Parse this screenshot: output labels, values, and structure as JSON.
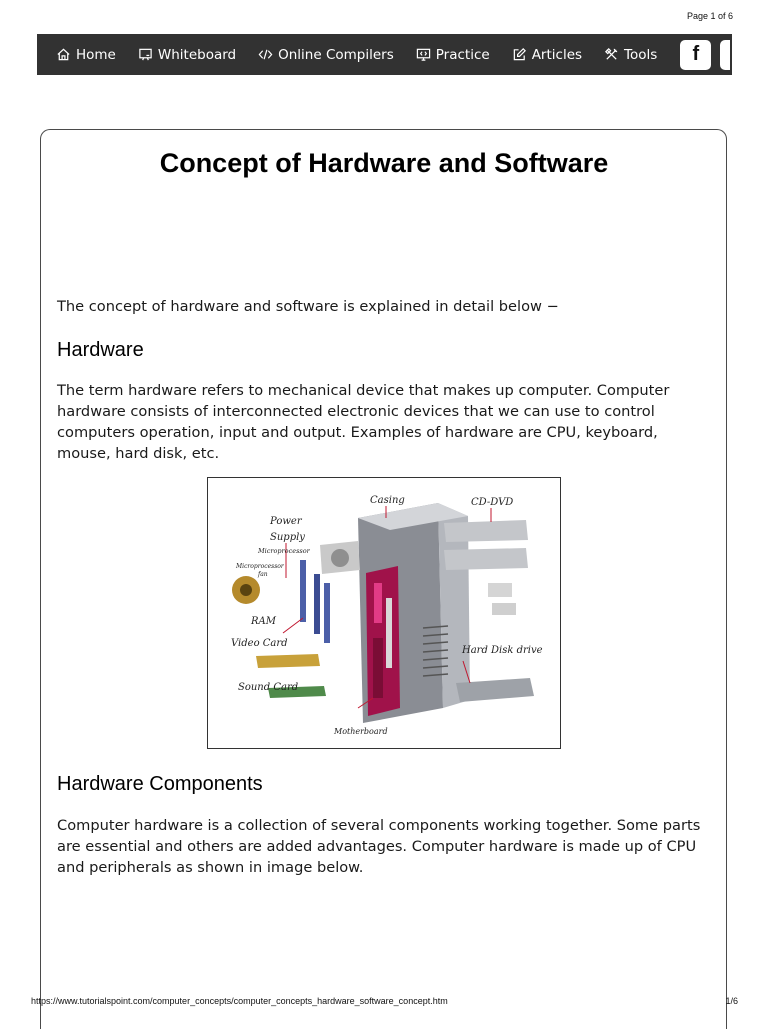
{
  "page_counter": "Page 1 of 6",
  "nav": {
    "items": [
      {
        "label": "Home",
        "icon": "home-icon"
      },
      {
        "label": "Whiteboard",
        "icon": "whiteboard-icon"
      },
      {
        "label": "Online Compilers",
        "icon": "code-icon"
      },
      {
        "label": "Practice",
        "icon": "monitor-icon"
      },
      {
        "label": "Articles",
        "icon": "edit-icon"
      },
      {
        "label": "Tools",
        "icon": "tools-icon"
      }
    ],
    "social_icon": "facebook-icon",
    "social_letter": "f"
  },
  "article": {
    "title": "Concept of Hardware and Software",
    "intro": "The concept of hardware and software is explained in detail below −",
    "hardware_heading": "Hardware",
    "hardware_text": "The term hardware refers to mechanical device that makes up computer. Computer hardware consists of interconnected electronic devices that we can use to control computers operation, input and output. Examples of hardware are CPU, keyboard, mouse, hard disk, etc.",
    "figure_labels": {
      "casing": "Casing",
      "cd_dvd": "CD-DVD",
      "power": "Power",
      "supply": "Supply",
      "microprocessor": "Microprocessor",
      "micro_fan_1": "Microprocessor",
      "micro_fan_2": "fan",
      "ram": "RAM",
      "video_card": "Video Card",
      "hard_disk": "Hard Disk drive",
      "sound_card": "Sound Card",
      "motherboard": "Motherboard"
    },
    "components_heading": "Hardware Components",
    "components_text": "Computer hardware is a collection of several components working together. Some parts are essential and others are added advantages. Computer hardware is made up of CPU and peripherals as shown in image below."
  },
  "footer": {
    "url": "https://www.tutorialspoint.com/computer_concepts/computer_concepts_hardware_software_concept.htm",
    "page": "1/6"
  },
  "colors": {
    "navbar_bg": "#323232",
    "text": "#1a1a1a",
    "accent_red": "#b3123a"
  }
}
